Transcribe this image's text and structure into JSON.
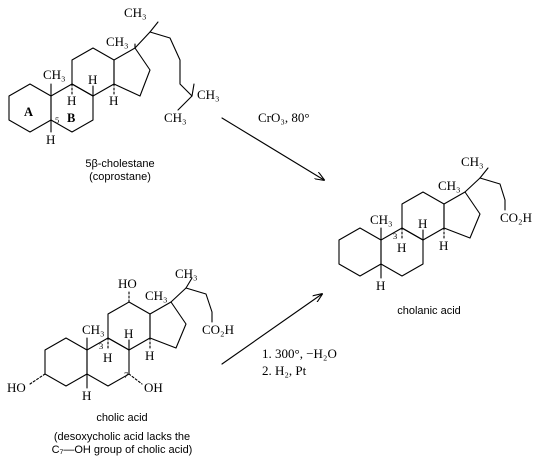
{
  "reactions": {
    "top": {
      "reagent": "CrO₃, 80°"
    },
    "bottom": {
      "step1": "1.  300°,   −H₂O",
      "step2": "2.  H₂, Pt"
    }
  },
  "compounds": {
    "coprostane": {
      "name": "5β-cholestane",
      "alt_name": "(coprostane)",
      "ring_a": "A",
      "ring_b": "B",
      "c5": "5",
      "h5": "H",
      "ch3_19": "CH₃",
      "ch3_18": "CH₃",
      "ch3_21": "CH₃",
      "ch3_26": "CH₃",
      "ch3_27": "CH₃",
      "h8": "H",
      "h9": "H",
      "h14": "H"
    },
    "cholanic": {
      "name": "cholanic acid",
      "ch3_19": "CH₃",
      "ch3_18": "CH₃",
      "ch3_21": "CH₃",
      "cooh": "CO₂H",
      "c3": "3",
      "h5": "H",
      "h8": "H",
      "h9": "H",
      "h14": "H"
    },
    "cholic": {
      "name": "cholic acid",
      "note_line1": "(desoxycholic acid lacks the",
      "note_line2": "C₇—OH group of cholic acid)",
      "ho3": "HO",
      "ho12": "HO",
      "oh7": "OH",
      "c3": "3",
      "c7": "7",
      "ch3_19": "CH₃",
      "ch3_18": "CH₃",
      "ch3_21": "CH₃",
      "cooh": "CO₂H",
      "h5": "H",
      "h8": "H",
      "h9": "H",
      "h14": "H"
    }
  }
}
